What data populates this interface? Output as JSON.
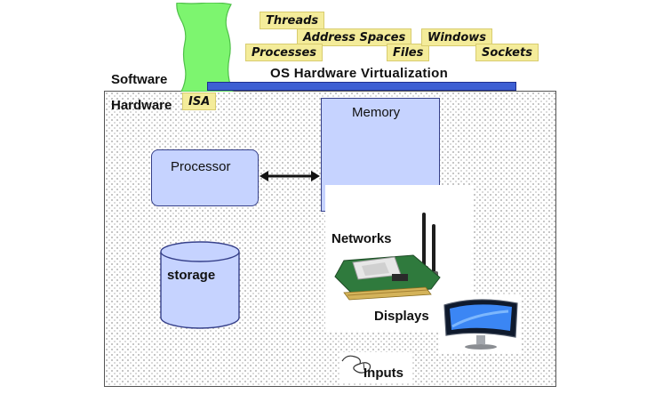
{
  "labels": {
    "software": "Software",
    "hardware": "Hardware",
    "os_virtualization": "OS Hardware Virtualization",
    "isa": "ISA",
    "processor": "Processor",
    "memory": "Memory",
    "storage": "storage",
    "networks": "Networks",
    "displays": "Displays",
    "inputs": "Inputs"
  },
  "abstractions": {
    "threads": "Threads",
    "address_spaces": "Address Spaces",
    "processes": "Processes",
    "files": "Files",
    "windows": "Windows",
    "sockets": "Sockets"
  },
  "colors": {
    "component_fill": "#c6d3ff",
    "component_border": "#36408a",
    "os_bar": "#3d5fd3",
    "tag_fill": "#f4ec9a",
    "software_blob": "#7df56f",
    "arrow": "#111111"
  }
}
